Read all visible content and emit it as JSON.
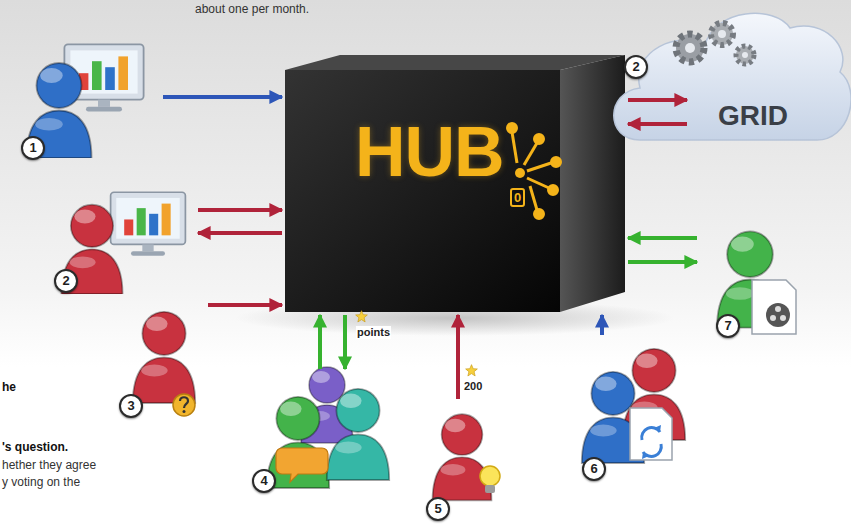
{
  "diagram": {
    "nodes": [
      {
        "text": [
          "1"
        ]
      },
      {
        "text": [
          "HUB",
          "0"
        ]
      },
      {
        "text": [
          "GRID"
        ]
      },
      {
        "text": [
          "2"
        ]
      },
      {
        "text": [
          "3"
        ]
      },
      {
        "text": [
          "4"
        ]
      },
      {
        "text": [
          "5"
        ]
      },
      {
        "text": [
          "6"
        ]
      },
      {
        "text": [
          "7"
        ]
      }
    ],
    "edges": [
      {
        "from": 0,
        "to": 1,
        "arrow": "to"
      },
      {
        "from": 1,
        "to": 2,
        "arrow": "both"
      },
      {
        "from": 3,
        "to": 1,
        "arrow": "both"
      },
      {
        "from": 4,
        "to": 1,
        "arrow": "to"
      },
      {
        "from": 5,
        "to": 1,
        "arrow": "both",
        "label": "points"
      },
      {
        "from": 6,
        "to": 1,
        "arrow": "to",
        "label": "200"
      },
      {
        "from": 7,
        "to": 1,
        "arrow": "to"
      },
      {
        "from": 8,
        "to": 1,
        "arrow": "both"
      }
    ],
    "labels": [
      "about one per month.",
      "2",
      "he",
      "'s question.",
      "hether they agree",
      "y voting on the"
    ]
  }
}
